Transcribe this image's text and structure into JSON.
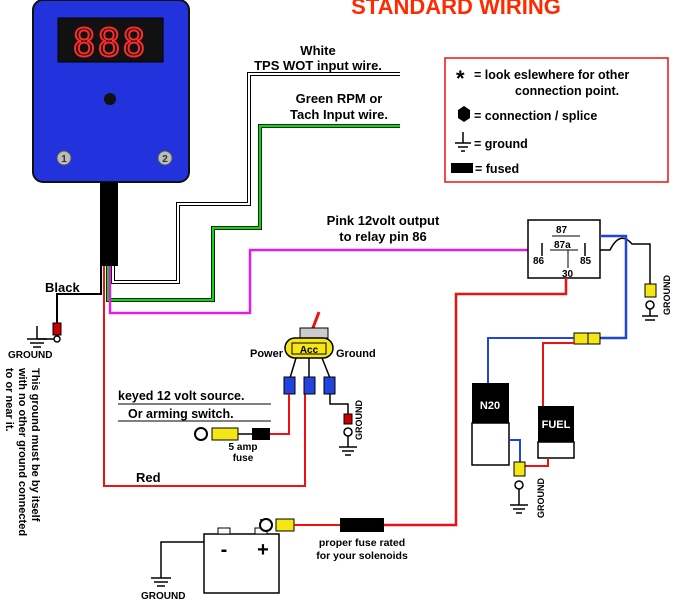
{
  "title": "STANDARD WIRING",
  "controller": {
    "display": "888",
    "port1": "1",
    "port2": "2"
  },
  "wires": {
    "white_line1": "White",
    "white_line2": "TPS WOT input wire.",
    "green_line1": "Green RPM or",
    "green_line2": "Tach Input wire.",
    "pink_line1": "Pink 12volt output",
    "pink_line2": "to relay pin 86",
    "black": "Black",
    "red": "Red"
  },
  "legend": {
    "star_symbol": "*",
    "star_line1": "= look eslewhere for other",
    "star_line2": "connection point.",
    "splice": "= connection  / splice",
    "ground": "= ground",
    "fused": "= fused"
  },
  "relay": {
    "pin87": "87",
    "pin87a": "87a",
    "pin86": "86",
    "pin85": "85",
    "pin30": "30"
  },
  "switch": {
    "power": "Power",
    "acc": "Acc",
    "ground": "Ground"
  },
  "labels": {
    "keyed_line1": "keyed 12 volt source.",
    "keyed_line2": "Or arming switch.",
    "fuse5_line1": "5 amp",
    "fuse5_line2": "fuse",
    "ground": "GROUND",
    "ground_note_line1": "This ground must be by itself",
    "ground_note_line2": "with no other ground connected",
    "ground_note_line3": "to or near it.",
    "n20": "N20",
    "fuel": "FUEL",
    "battery_minus": "-",
    "battery_plus": "+",
    "proper_fuse_line1": "proper fuse rated",
    "proper_fuse_line2": "for your solenoids"
  },
  "colors": {
    "controller_blue": "#2233dd",
    "display_red": "#ff2a2a",
    "title_red": "#ff2a00",
    "pink": "#e020e0",
    "green": "#18d018",
    "red_wire": "#ee1111",
    "blue_wire": "#2244dd",
    "yellow": "#f5e616"
  }
}
